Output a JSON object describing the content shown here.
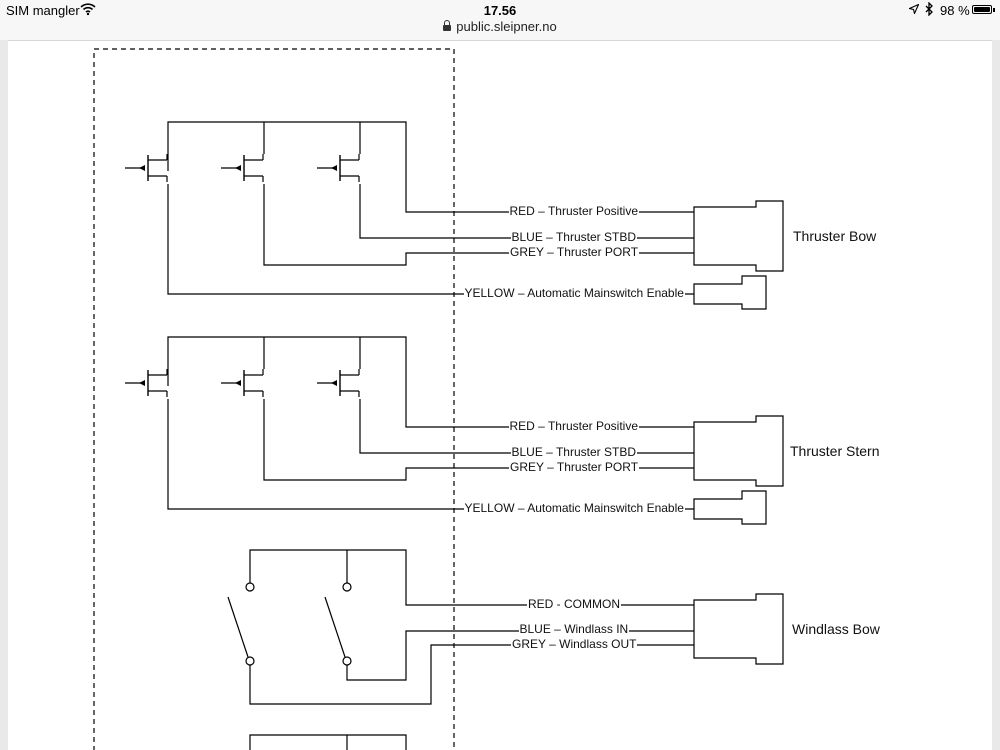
{
  "status_bar": {
    "carrier": "SIM mangler",
    "time": "17.56",
    "url": "public.sleipner.no",
    "battery_percent": "98 %",
    "battery_level": 0.98,
    "icons": [
      "wifi-icon",
      "lock-icon",
      "location-arrow-icon",
      "bluetooth-icon",
      "battery-icon"
    ]
  },
  "diagram": {
    "sections": [
      {
        "title": "Thruster Bow",
        "wires": [
          "RED – Thruster Positive",
          "BLUE – Thruster STBD",
          "GREY – Thruster PORT"
        ],
        "enable_wire": "YELLOW – Automatic Mainswitch Enable"
      },
      {
        "title": "Thruster Stern",
        "wires": [
          "RED – Thruster Positive",
          "BLUE – Thruster STBD",
          "GREY – Thruster PORT"
        ],
        "enable_wire": "YELLOW – Automatic Mainswitch Enable"
      },
      {
        "title": "Windlass Bow",
        "wires": [
          "RED - COMMON",
          "BLUE – Windlass IN",
          "GREY – Windlass OUT"
        ]
      }
    ]
  }
}
